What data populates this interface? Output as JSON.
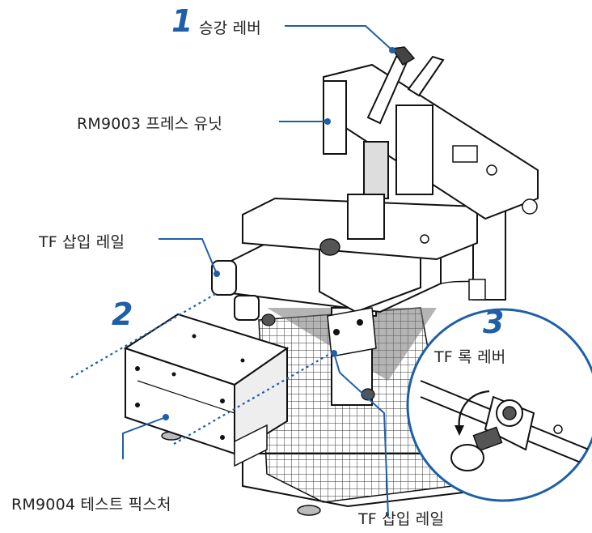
{
  "labels": {
    "lift_lever": "승강 레버",
    "press_unit": "RM9003 프레스 유닛",
    "tf_rail_top": "TF 삽입 레일",
    "tf_lock_lever": "TF 록 레버",
    "test_fixture": "RM9004 테스트 픽스처",
    "tf_rail_bottom": "TF 삽입 레일"
  },
  "steps": {
    "step1": "1",
    "step2": "2",
    "step3": "3"
  },
  "colors": {
    "accent": "#1f5fa8",
    "line": "#111111",
    "text": "#222222"
  }
}
